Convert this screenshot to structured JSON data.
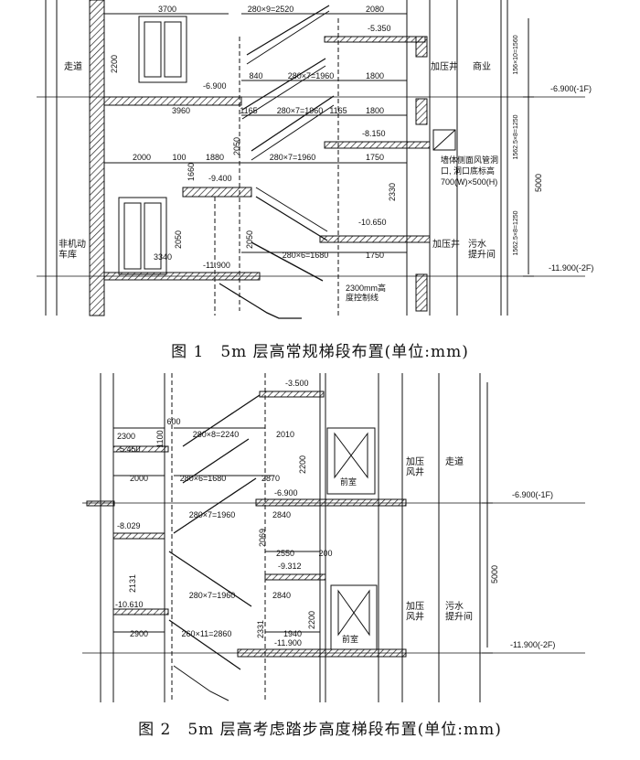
{
  "figure1": {
    "caption": "图 1　5m 层高常规梯段布置(单位:mm)",
    "dims": {
      "d3700": "3700",
      "d280x9": "280×9=2520",
      "d2080": "2080",
      "d2200": "2200",
      "d840": "840",
      "d280x7a": "280×7=1960",
      "d1800a": "1800",
      "d3960": "3960",
      "d1165": "1165",
      "d280x7b": "280×7=1960",
      "d1165b": "1165",
      "d1800b": "1800",
      "d2000": "2000",
      "d100": "100",
      "d1880": "1880",
      "d1660": "1660",
      "d2050a": "2050",
      "d280x7c": "280×7=1960",
      "d1750a": "1750",
      "d2330": "2330",
      "d2050b": "2050",
      "d2050c": "2050",
      "d3340": "3340",
      "d280x6": "280×6=1680",
      "d1750b": "1750",
      "d5000": "5000"
    },
    "levels": {
      "l5350": "-5.350",
      "l6900a": "-6.900",
      "l8150": "-8.150",
      "l9400": "-9.400",
      "l10650": "-10.650",
      "l11900a": "-11.900",
      "l6900f": "-6.900(-1F)",
      "l11900f": "-11.900(-2F)"
    },
    "labels": {
      "corridor": "走道",
      "pressure_top": "加压井",
      "commercial": "商业",
      "pressure_bottom": "加压井",
      "vehicle_lift": "非机动\n车库",
      "sewage": "污水\n提升间",
      "height_note": "2300mm高\n度控制线"
    },
    "note": {
      "line1": "墙体侧面风管洞",
      "line2": "口, 洞口底标高",
      "line3": "700(W)×500(H)"
    },
    "side_text": {
      "upper": "156×10=1560",
      "mid": "1562.5×8=1250",
      "lower": "1562.5×8=1250"
    }
  },
  "figure2": {
    "caption": "图 2　5m 层高考虑踏步高度梯段布置(单位:mm)",
    "dims": {
      "d2300": "2300",
      "d600": "600",
      "d1100": "1100",
      "d280x8": "280×8=2240",
      "d2010": "2010",
      "d2000a": "2000",
      "d280x6": "280×6=1680",
      "d2200": "2200",
      "d2870": "2870",
      "d280x7a": "280×7=1960",
      "d2840a": "2840",
      "d2069": "2069",
      "d2550": "2550",
      "d200": "200",
      "d2131": "2131",
      "d280x7b": "280×7=1960",
      "d2840b": "2840",
      "d2900": "2900",
      "d260x11": "260×11=2860",
      "d1940": "1940",
      "d2331": "2331",
      "d2200b": "2200",
      "d5000": "5000"
    },
    "levels": {
      "l3500": "-3.500",
      "l5450": "-5.450",
      "l6900a": "-6.900",
      "l8029": "-8.029",
      "l9312": "-9.312",
      "l10610": "-10.610",
      "l11900a": "-11.900",
      "l6900f": "-6.900(-1F)",
      "l11900f": "-11.900(-2F)"
    },
    "labels": {
      "pressure1": "加压\n风井",
      "pressure2": "加压\n风井",
      "elevator": "前室",
      "elevator2": "前室",
      "shaft": "走道",
      "sewage2": "污水\n提升间"
    }
  }
}
